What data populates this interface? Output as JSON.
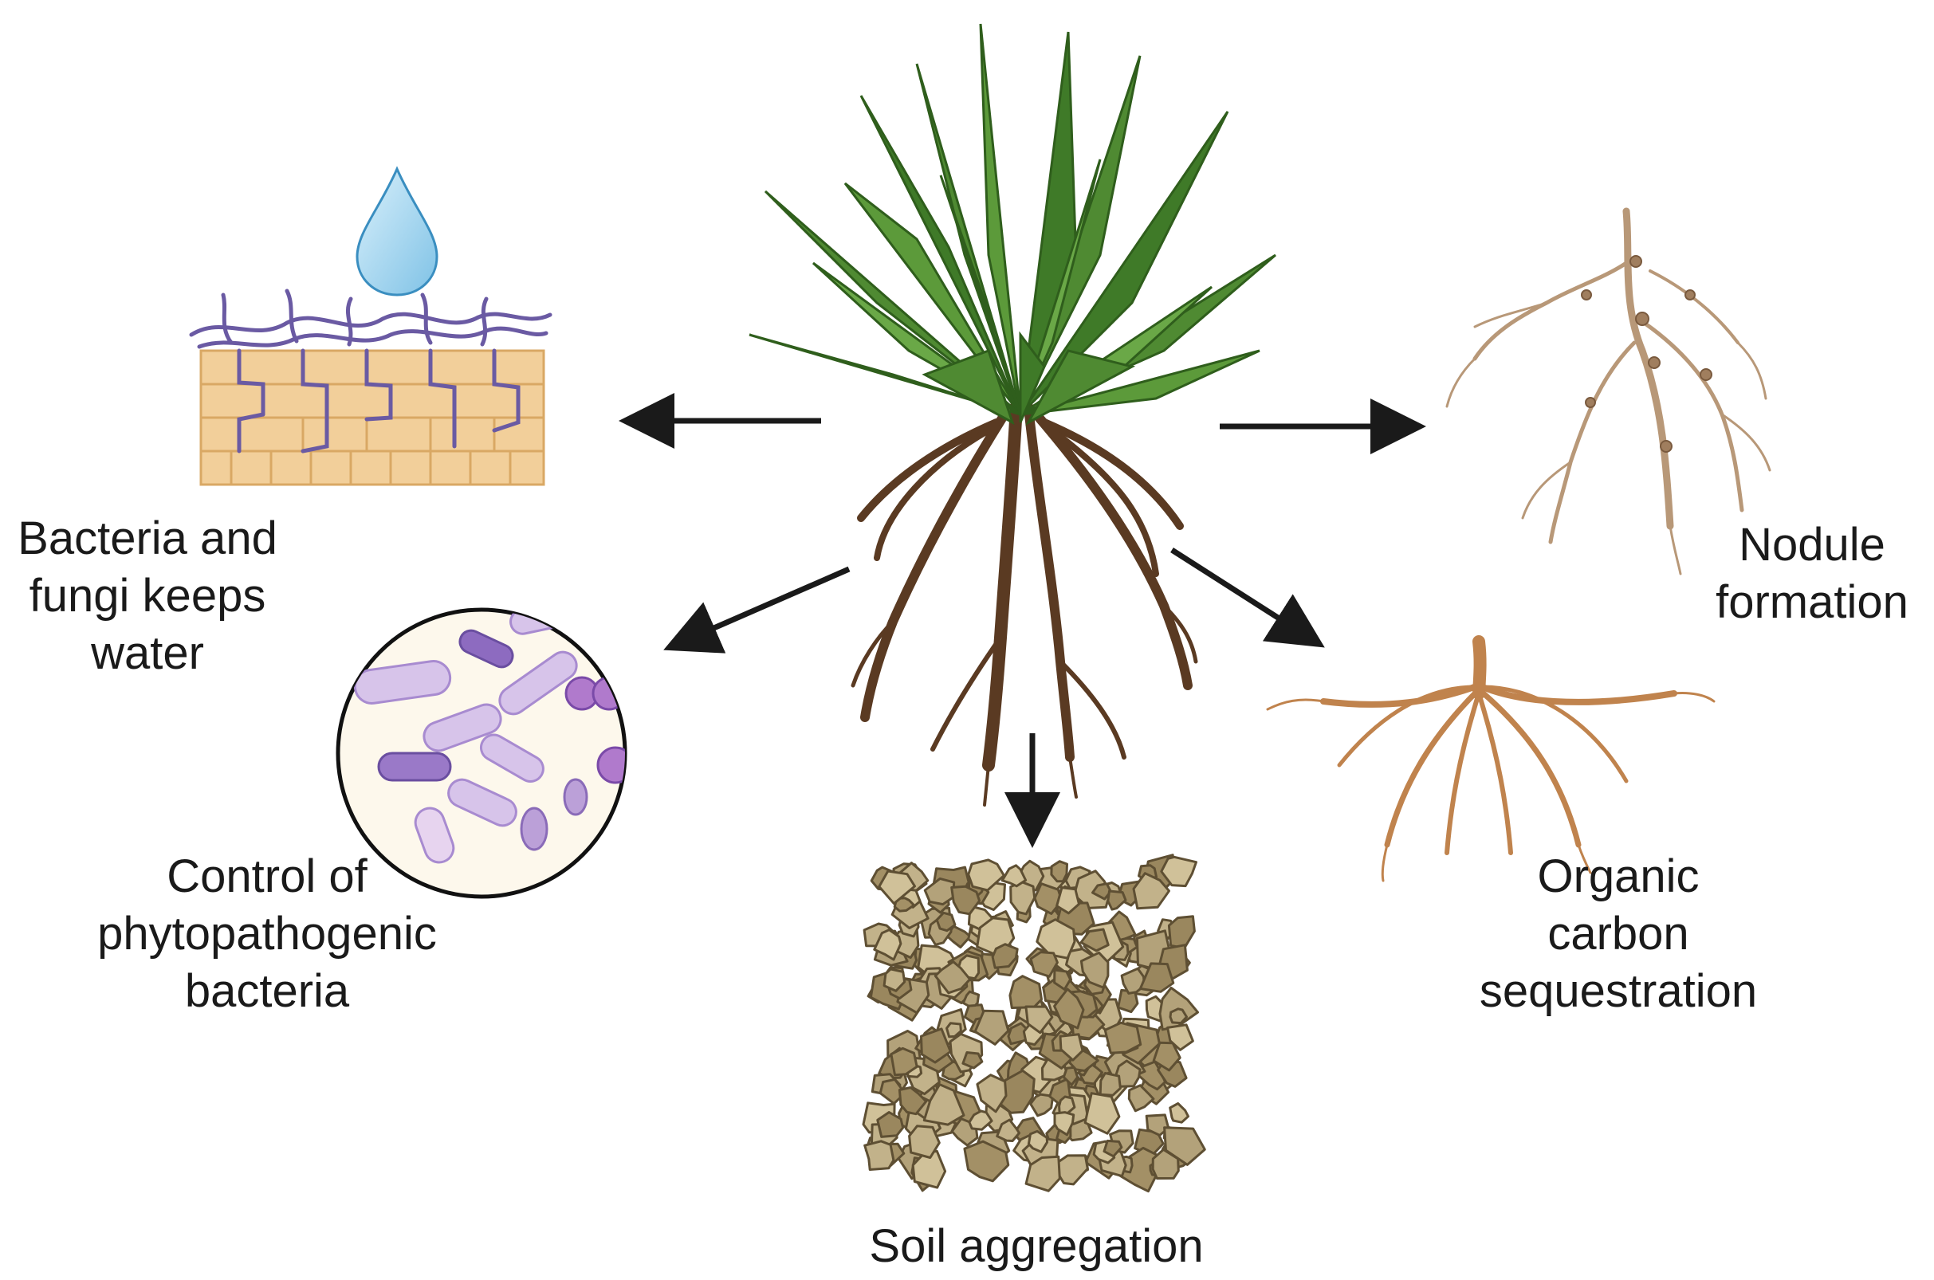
{
  "labels": {
    "water": [
      "Bacteria and",
      "fungi keeps",
      "water"
    ],
    "pathogen": [
      "Control of",
      "phytopathogenic",
      "bacteria"
    ],
    "soil": [
      "Soil aggregation"
    ],
    "nodule": [
      "Nodule",
      "formation"
    ],
    "carbon": [
      "Organic",
      "carbon",
      "sequestration"
    ]
  },
  "colors": {
    "arrow": "#1a1a1a",
    "leaf": "#4f8a32",
    "leaf_dark": "#2f5e1c",
    "root": "#5a3a22",
    "water_drop": "#9fd3ee",
    "skin": "#f2cf9a",
    "hyphae": "#6a5aa3",
    "bacteria": "#c9b0e0",
    "soil": "#b3a27a",
    "nodule_root": "#b89878",
    "carbon_root": "#c0834d"
  }
}
